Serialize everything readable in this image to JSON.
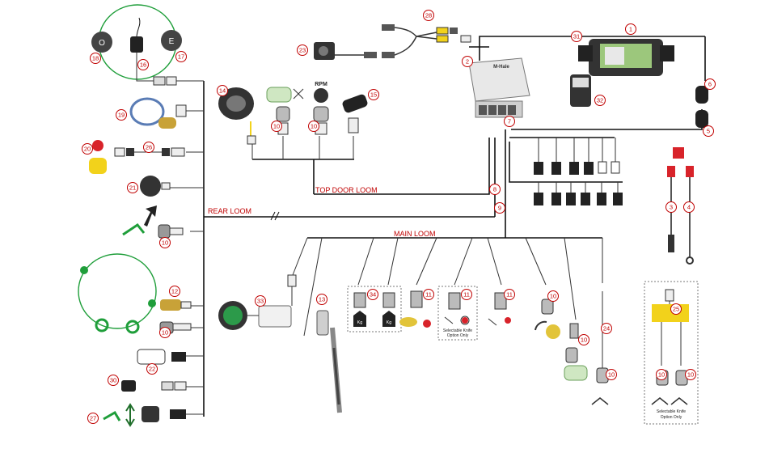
{
  "looms": {
    "rear": "REAR LOOM",
    "top_door": "TOP DOOR LOOM",
    "main": "MAIN LOOM"
  },
  "texts": {
    "rpm": "RPM",
    "controller": "M-Hale",
    "knives_a": "Selectable Knife",
    "knives_b": "Option Only",
    "knives_c": "Selectable Knife",
    "knives_d": "Option Only",
    "kg": "Kg",
    "key_o": "O",
    "key_e": "E"
  },
  "callouts": [
    "1",
    "2",
    "3",
    "4",
    "5",
    "6",
    "7",
    "8",
    "9",
    "10",
    "11",
    "12",
    "13",
    "14",
    "15",
    "16",
    "17",
    "18",
    "19",
    "20",
    "21",
    "22",
    "23",
    "24",
    "25",
    "26",
    "27",
    "28",
    "30",
    "31",
    "32",
    "33",
    "34"
  ],
  "colors": {
    "callout": "#c00000",
    "wire": "#111111",
    "green": "#1f9e3a",
    "yellow": "#f2d21b"
  }
}
